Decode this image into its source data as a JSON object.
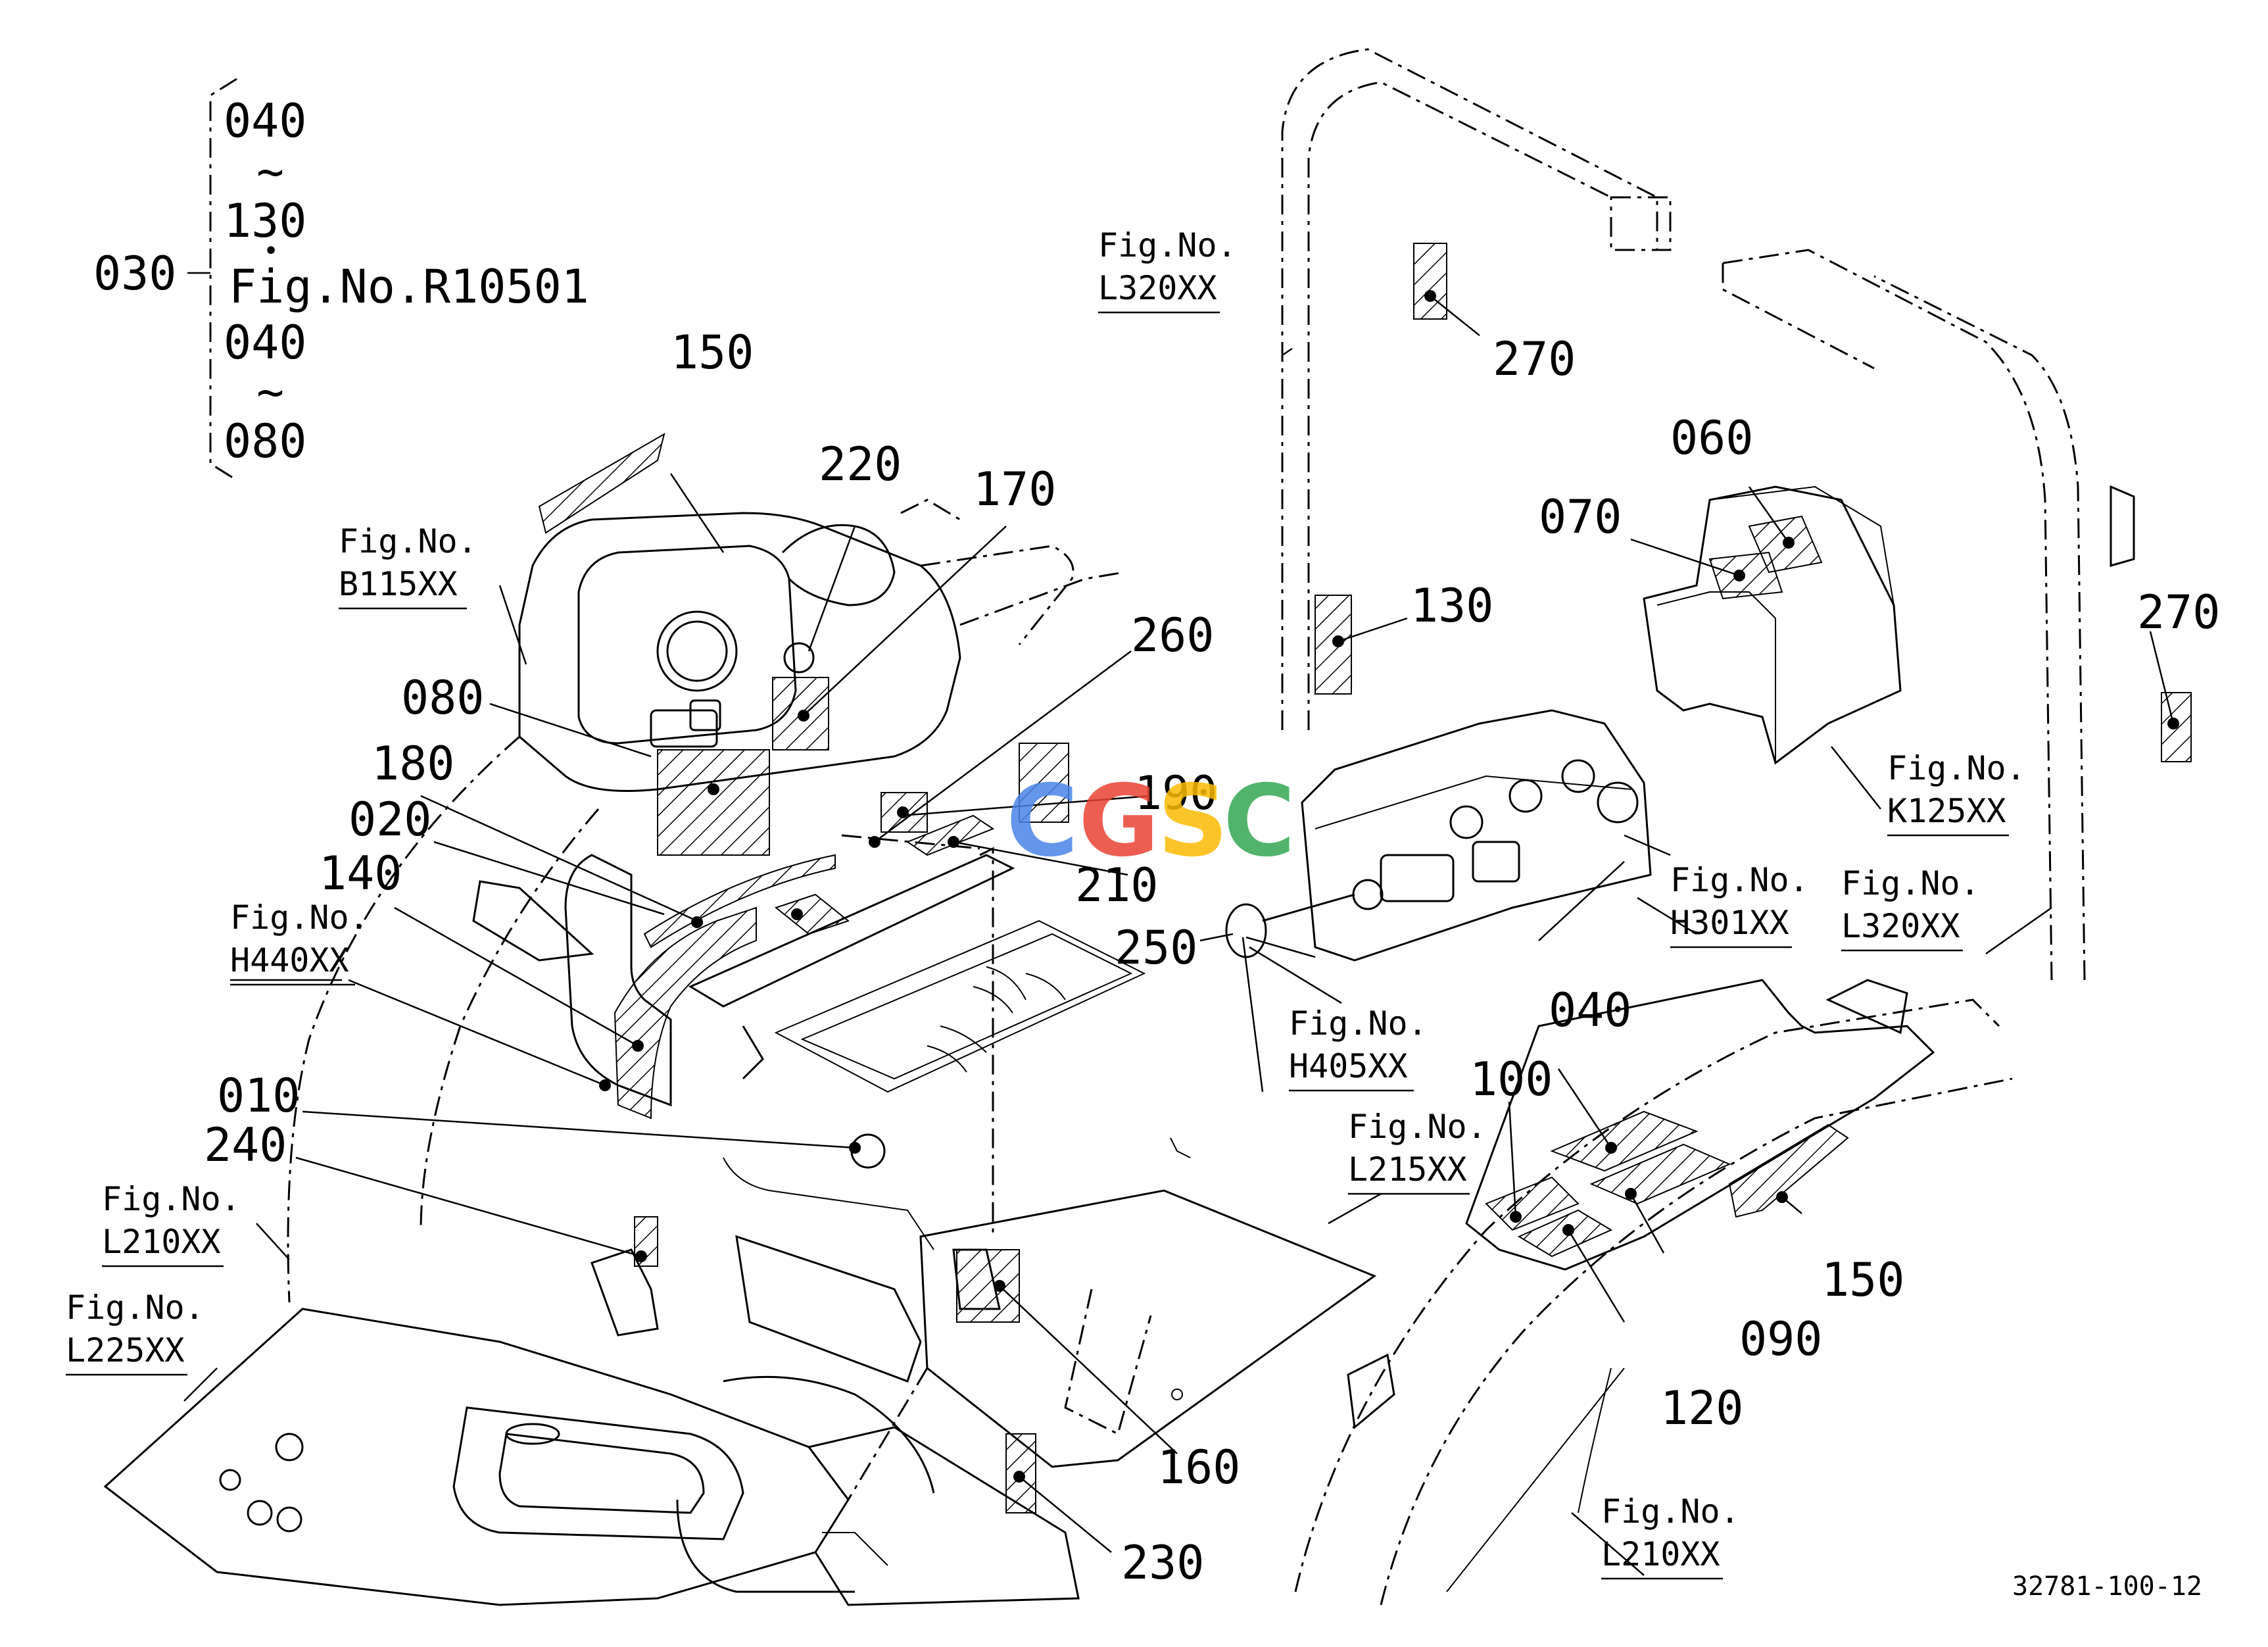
{
  "bracket": {
    "main_ref": "030",
    "top_start": "040",
    "top_tilde": "~",
    "top_end": "130",
    "sep": "•",
    "fig_ref": "Fig.No.R10501",
    "bottom_start": "040",
    "bottom_tilde": "~",
    "bottom_end": "080"
  },
  "part_numbers": {
    "p010": "010",
    "p020": "020",
    "p040": "040",
    "p060": "060",
    "p070": "070",
    "p080": "080",
    "p090": "090",
    "p100": "100",
    "p120": "120",
    "p130": "130",
    "p140": "140",
    "p150a": "150",
    "p150b": "150",
    "p160": "160",
    "p170": "170",
    "p180": "180",
    "p190": "190",
    "p210": "210",
    "p220": "220",
    "p230": "230",
    "p240": "240",
    "p250": "250",
    "p260": "260",
    "p270a": "270",
    "p270b": "270"
  },
  "fig_refs": {
    "fig_prefix": "Fig.No.",
    "b115": "B115XX",
    "h440": "H440XX",
    "l210a": "L210XX",
    "l225": "L225XX",
    "l320a": "L320XX",
    "k125": "K125XX",
    "h301": "H301XX",
    "l320b": "L320XX",
    "h405": "H405XX",
    "l215": "L215XX",
    "l210b": "L210XX"
  },
  "watermark": {
    "text": "CGSC",
    "colors": [
      "#4a86e8",
      "#ea4335",
      "#fbbc05",
      "#34a853"
    ]
  },
  "drawing_number": "32781-100-12"
}
